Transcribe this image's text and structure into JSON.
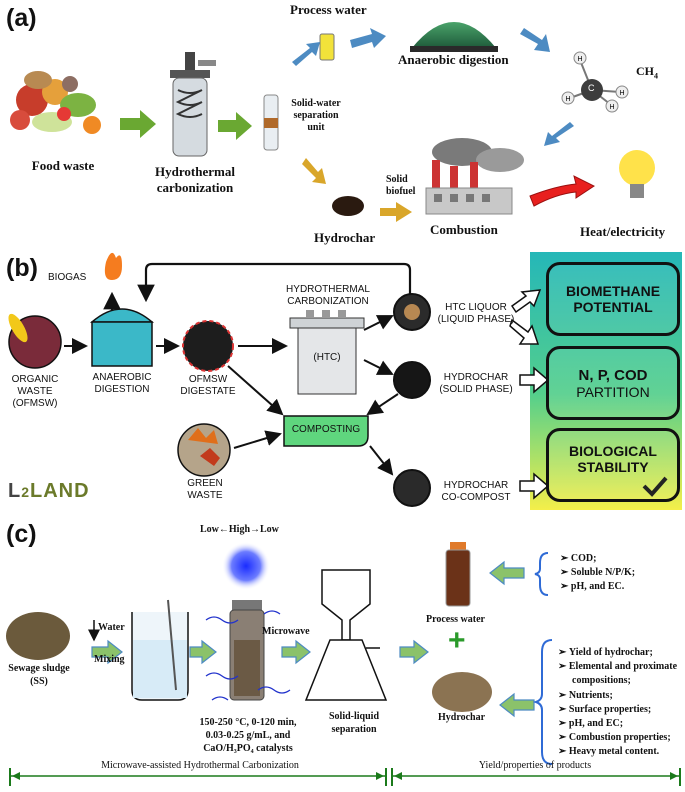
{
  "panel_a": {
    "label": "(a)",
    "food_waste": "Food waste",
    "htc": [
      "Hydrothermal",
      "carbonization"
    ],
    "process_water": "Process water",
    "separation": [
      "Solid-water",
      "separation",
      "unit"
    ],
    "anaerobic_digestion": "Anaerobic digestion",
    "ch4": "CH",
    "ch4_sub": "4",
    "solid_biofuel": [
      "Solid",
      "biofuel"
    ],
    "hydrochar": "Hydrochar",
    "combustion": "Combustion",
    "heat_electricity": "Heat/electricity",
    "methane_atoms": {
      "carbon": "C",
      "hydrogen": "H"
    }
  },
  "panel_b": {
    "label": "(b)",
    "biogas": "BIOGAS",
    "organic_waste": [
      "ORGANIC",
      "WASTE",
      "(OFMSW)"
    ],
    "anaerobic_digestion": [
      "ANAEROBIC",
      "DIGESTION"
    ],
    "ofmsw_digestate": [
      "OFMSW",
      "DIGESTATE"
    ],
    "htc_title": [
      "HYDROTHERMAL",
      "CARBONIZATION"
    ],
    "htc_reactor": "(HTC)",
    "htc_liquor": [
      "HTC LIQUOR",
      "(LIQUID PHASE)"
    ],
    "hydrochar": [
      "HYDROCHAR",
      "(SOLID PHASE)"
    ],
    "composting": "COMPOSTING",
    "green_waste": [
      "GREEN",
      "WASTE"
    ],
    "hydrochar_cocompost": [
      "HYDROCHAR",
      "CO-COMPOST"
    ],
    "logo": {
      "l": "L",
      "two": "2",
      "land": "LAND"
    },
    "boxes": {
      "biomethane": [
        "BIOMETHANE",
        "POTENTIAL"
      ],
      "npcod": [
        "N, P, COD",
        "PARTITION"
      ],
      "stability": [
        "BIOLOGICAL",
        "STABILITY"
      ]
    }
  },
  "panel_c": {
    "label": "(c)",
    "sewage_sludge": [
      "Sewage sludge",
      "(SS)"
    ],
    "water": "Water",
    "mixing": "Mixing",
    "low_high_low": "Low←High→Low",
    "microwave": "Microwave",
    "conditions": [
      "150-250 °C, 0-120 min,",
      "0.03-0.25 g/mL, and",
      "CaO/H₃PO₄ catalysts"
    ],
    "solid_liquid": [
      "Solid-liquid",
      "separation"
    ],
    "process_water": "Process water",
    "plus": "+",
    "hydrochar": "Hydrochar",
    "process_water_props": [
      "COD;",
      "Soluble N/P/K;",
      "pH, and EC."
    ],
    "hydrochar_props": [
      "Yield of hydrochar;",
      "Elemental and proximate",
      "compositions;",
      "Nutrients;",
      "Surface properties;",
      "pH, and EC;",
      "Combustion properties;",
      "Heavy metal content."
    ],
    "bullet_glyph": "➢",
    "footer_left": "Microwave-assisted Hydrothermal Carbonization",
    "footer_right": "Yield/properties of products"
  },
  "colors": {
    "green_arrow": "#6aa832",
    "blue_arrow": "#4d8bc2",
    "gold_arrow": "#d9a62a",
    "red_arrow": "#e8201e",
    "teal": "#2bb9b3",
    "yellow": "#f2ec4a",
    "compost_green": "#5fd67e",
    "footer_green": "#1b7a1b",
    "brace_blue": "#2f6bd6"
  }
}
